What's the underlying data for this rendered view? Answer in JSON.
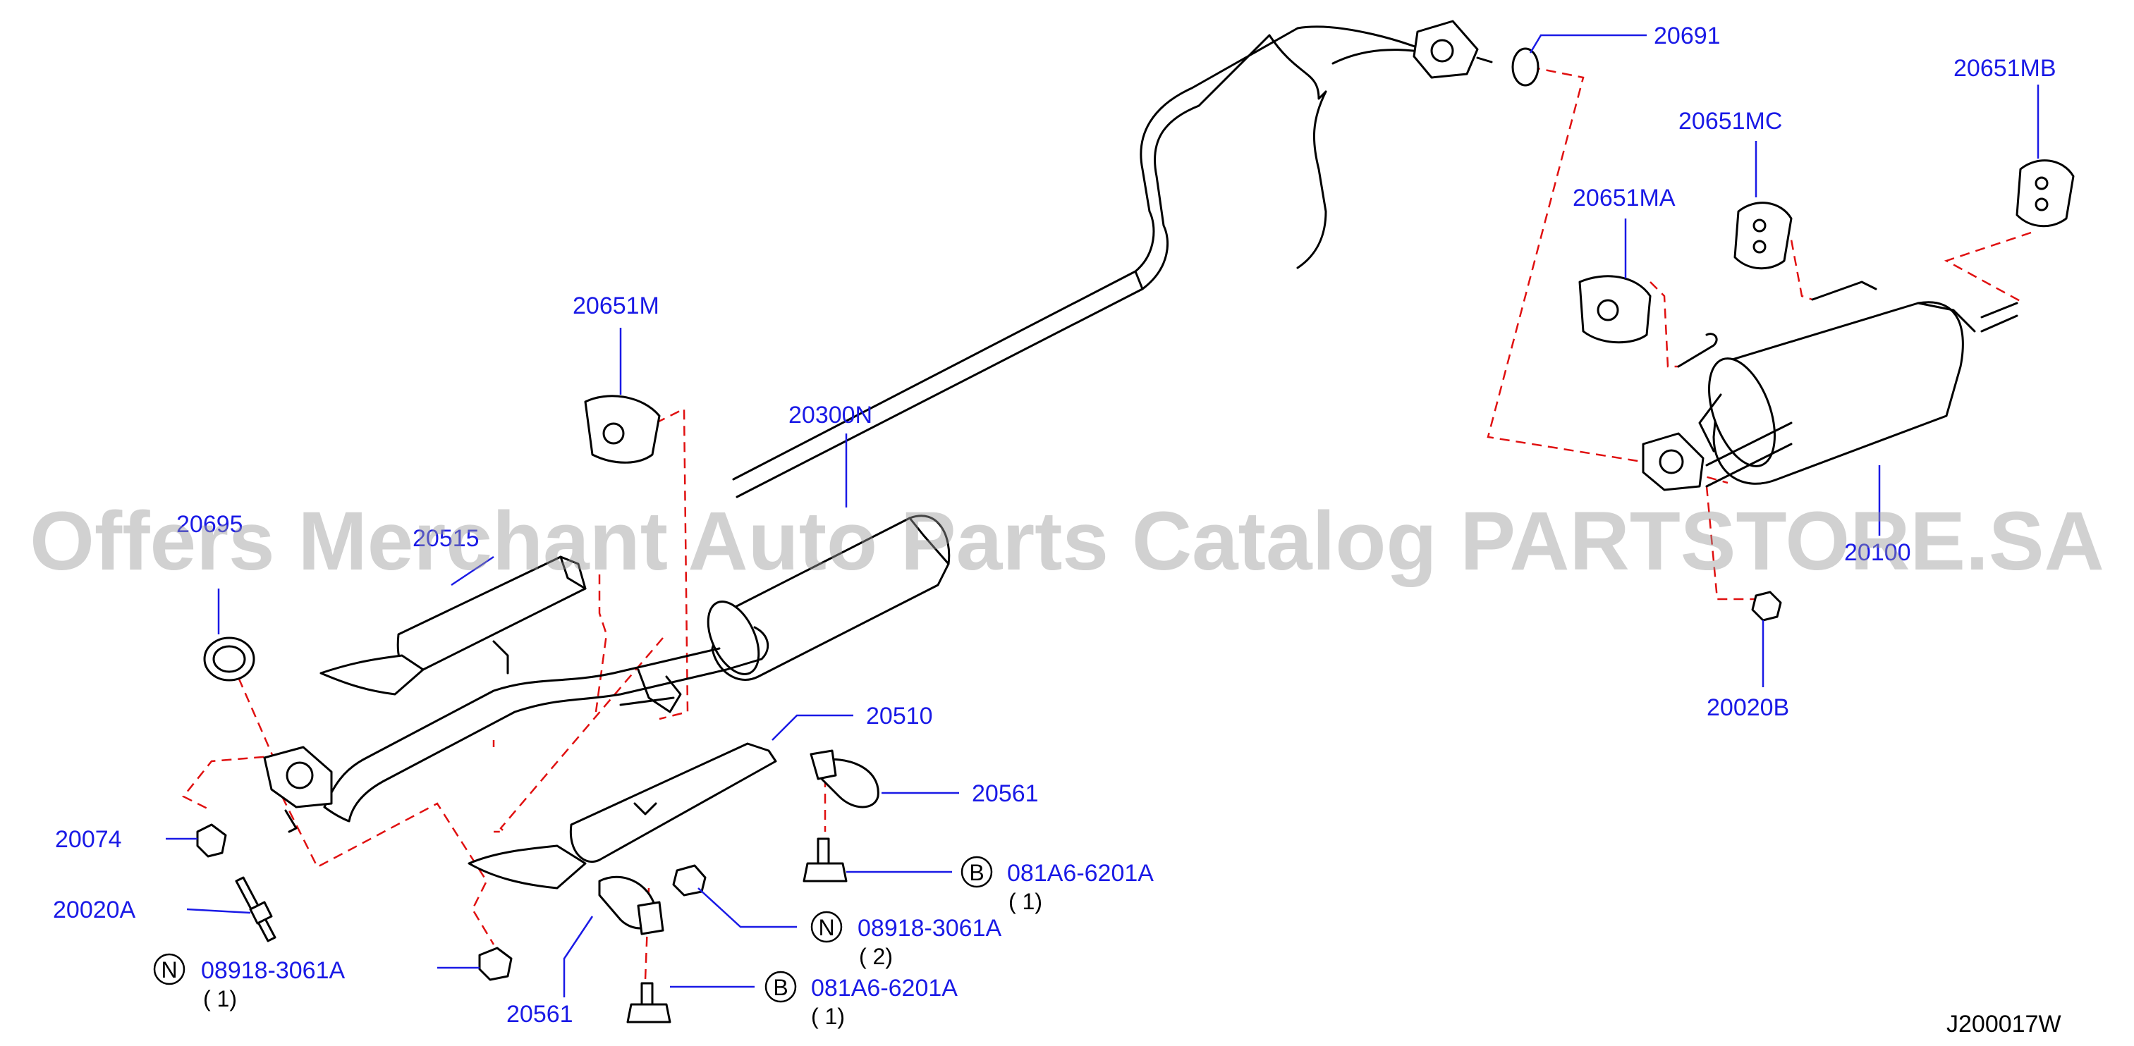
{
  "diagram": {
    "code": "J200017W",
    "watermark": "Offers Merchant Auto Parts Catalog PARTSTORE.SA",
    "parts": {
      "p20691": "20691",
      "p20651MB": "20651MB",
      "p20651MC": "20651MC",
      "p20651MA": "20651MA",
      "p20651M": "20651M",
      "p20300N": "20300N",
      "p20100": "20100",
      "p20020B": "20020B",
      "p20695": "20695",
      "p20515": "20515",
      "p20510": "20510",
      "p20561_right": "20561",
      "p20561_bottom": "20561",
      "p20074": "20074",
      "p20020A": "20020A"
    },
    "refs": [
      {
        "circle": "B",
        "code": "081A6-6201A",
        "qty": "( 1)"
      },
      {
        "circle": "N",
        "code": "08918-3061A",
        "qty": "( 2)"
      },
      {
        "circle": "N",
        "code": "08918-3061A",
        "qty": "( 1)"
      },
      {
        "circle": "B",
        "code": "081A6-6201A",
        "qty": "( 1)"
      }
    ]
  }
}
